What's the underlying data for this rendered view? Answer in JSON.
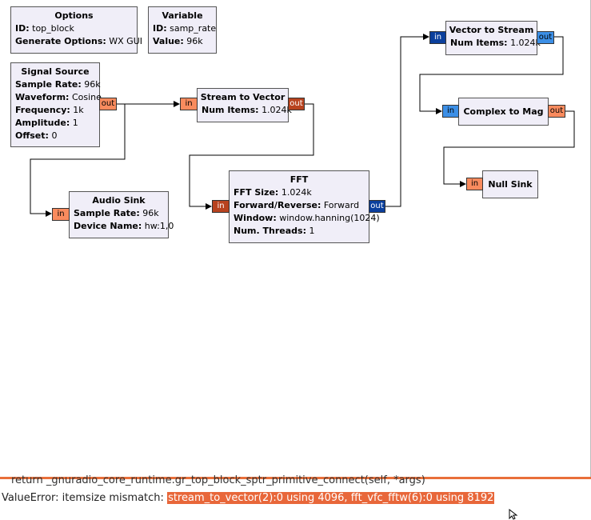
{
  "blocks": {
    "options": {
      "title": "Options",
      "params": [
        {
          "k": "ID:",
          "v": "top_block"
        },
        {
          "k": "Generate Options:",
          "v": "WX GUI"
        }
      ]
    },
    "variable": {
      "title": "Variable",
      "params": [
        {
          "k": "ID:",
          "v": "samp_rate"
        },
        {
          "k": "Value:",
          "v": "96k"
        }
      ]
    },
    "signal_source": {
      "title": "Signal Source",
      "params": [
        {
          "k": "Sample Rate:",
          "v": "96k"
        },
        {
          "k": "Waveform:",
          "v": "Cosine"
        },
        {
          "k": "Frequency:",
          "v": "1k"
        },
        {
          "k": "Amplitude:",
          "v": "1"
        },
        {
          "k": "Offset:",
          "v": "0"
        }
      ],
      "out": "out"
    },
    "audio_sink": {
      "title": "Audio Sink",
      "params": [
        {
          "k": "Sample Rate:",
          "v": "96k"
        },
        {
          "k": "Device Name:",
          "v": "hw:1,0"
        }
      ],
      "in": "in"
    },
    "stream_to_vector": {
      "title": "Stream to Vector",
      "params": [
        {
          "k": "Num Items:",
          "v": "1.024k"
        }
      ],
      "in": "in",
      "out": "out"
    },
    "fft": {
      "title": "FFT",
      "params": [
        {
          "k": "FFT Size:",
          "v": "1.024k"
        },
        {
          "k": "Forward/Reverse:",
          "v": "Forward"
        },
        {
          "k": "Window:",
          "v": "window.hanning(1024)"
        },
        {
          "k": "Num. Threads:",
          "v": "1"
        }
      ],
      "in": "in",
      "out": "out"
    },
    "vector_to_stream": {
      "title": "Vector to Stream",
      "params": [
        {
          "k": "Num Items:",
          "v": "1.024k"
        }
      ],
      "in": "in",
      "out": "out"
    },
    "complex_to_mag": {
      "title": "Complex to Mag",
      "params": [],
      "in": "in",
      "out": "out"
    },
    "null_sink": {
      "title": "Null Sink",
      "params": [],
      "in": "in"
    }
  },
  "console": {
    "prev_line": "return _gnuradio_core_runtime.gr_top_block_sptr_primitive_connect(self, *args)",
    "error_prefix": "ValueError: itemsize mismatch: ",
    "error_highlight": "stream_to_vector(2):0 using 4096, fft_vfc_fftw(6):0 using 8192"
  },
  "colors": {
    "accent": "#e96f3a",
    "block_bg": "#f0eef8",
    "complex_port": "#f98b5e",
    "vector_port": "#b8431f",
    "float_port": "#1e63c8"
  }
}
